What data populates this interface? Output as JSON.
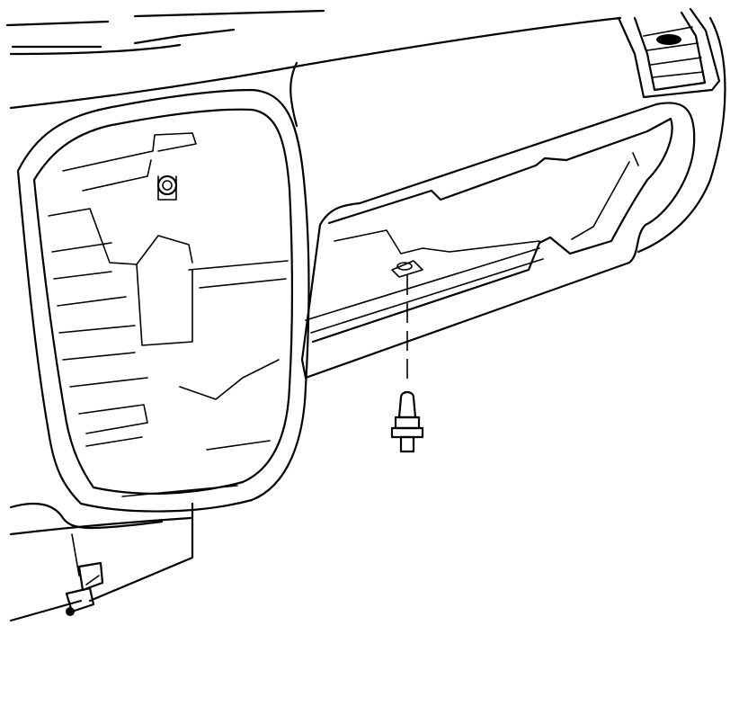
{
  "diagram": {
    "kind": "technical line drawing",
    "colors": {
      "line": "#000000",
      "background": "#ffffff"
    },
    "parts": [
      "dash-top-edge",
      "left-storage-opening",
      "air-vent",
      "lower-trim-panel",
      "knee-bolster-bracket",
      "clip-hole",
      "retaining-clip",
      "steering-column-linkage"
    ]
  }
}
